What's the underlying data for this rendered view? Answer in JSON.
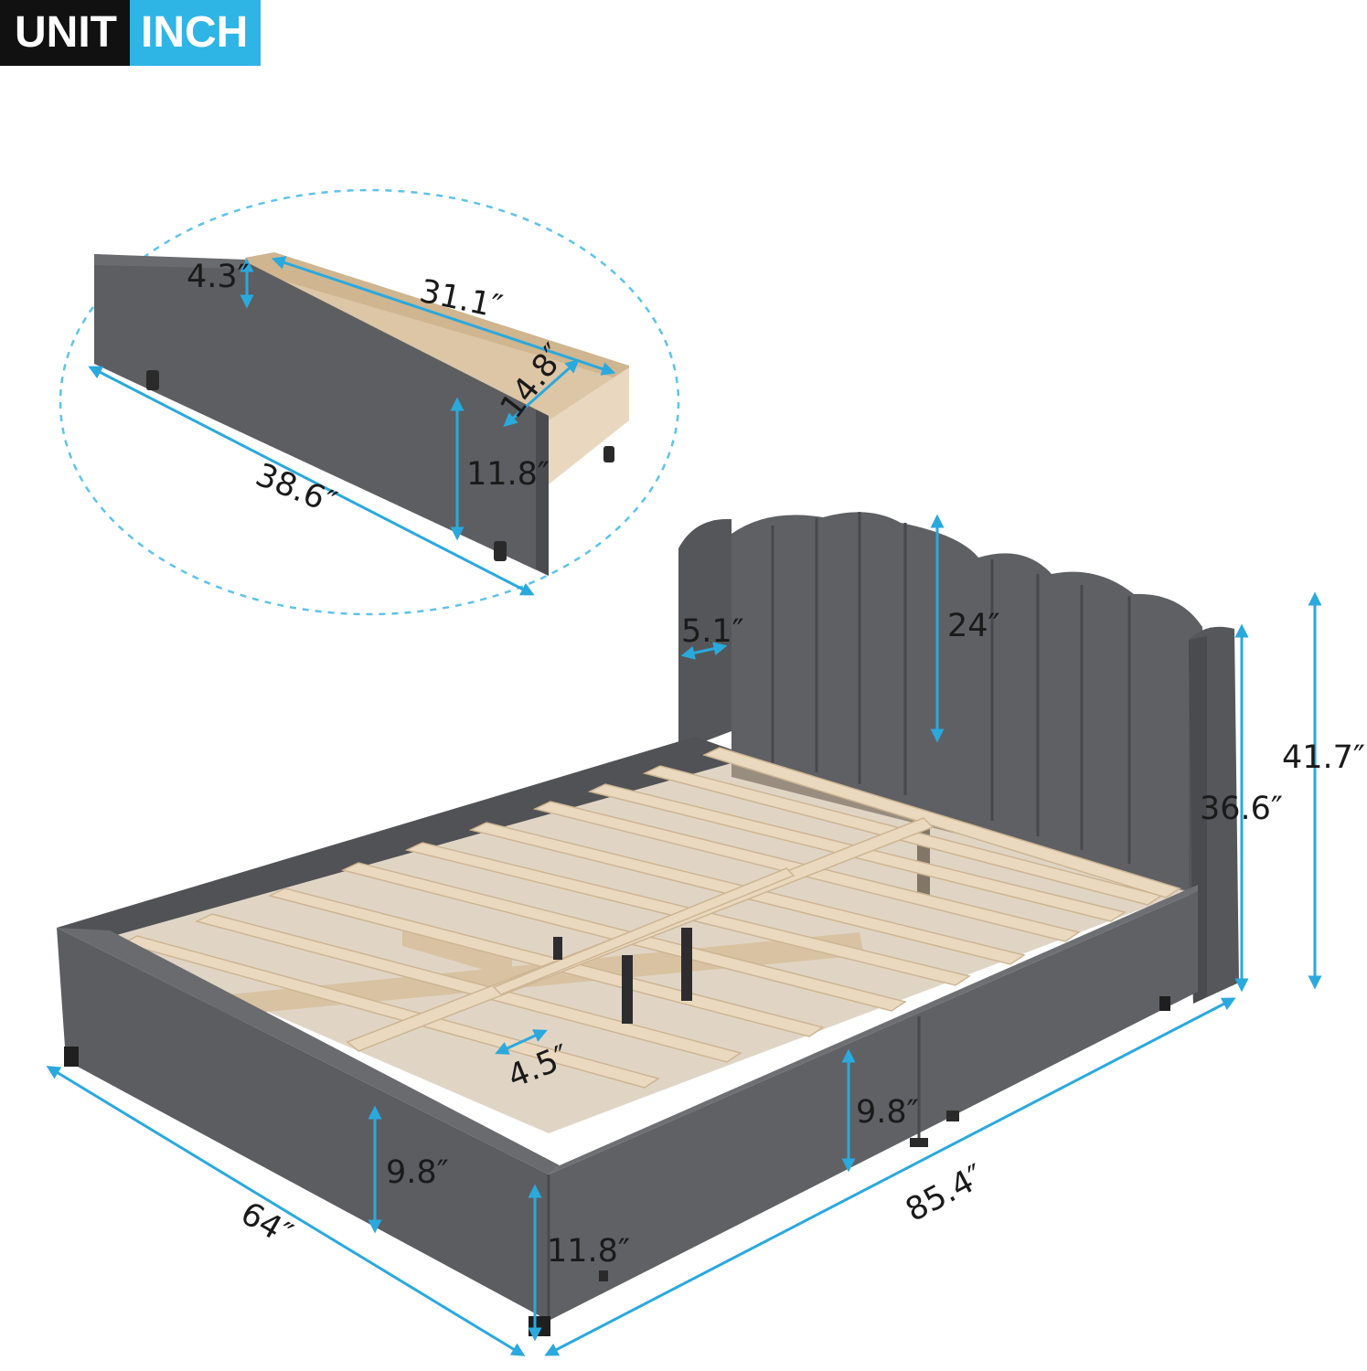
{
  "unit_badge": {
    "label": "UNIT",
    "value": "INCH"
  },
  "colors": {
    "fabric": "#5d5e61",
    "fabric_dark": "#4a4b4e",
    "wood": "#e6d3b8",
    "wood_dark": "#c9b08d",
    "arrow": "#2aa9dd",
    "badge_dark": "#111111",
    "badge_accent": "#2fb4e6"
  },
  "drawer_dimensions": {
    "height_inner": "4.3″",
    "length_inner": "31.1″",
    "width_inner": "14.8″",
    "height_front": "11.8″",
    "length_outer": "38.6″"
  },
  "bed_dimensions": {
    "headboard_thickness": "5.1″",
    "headboard_panel": "24″",
    "total_height": "41.7″",
    "headboard_height": "36.6″",
    "slat_gap": "4.5″",
    "side_rail_height": "9.8″",
    "front_rail_height": "9.8″",
    "drawer_front_height": "11.8″",
    "width": "64″",
    "length": "85.4″"
  }
}
